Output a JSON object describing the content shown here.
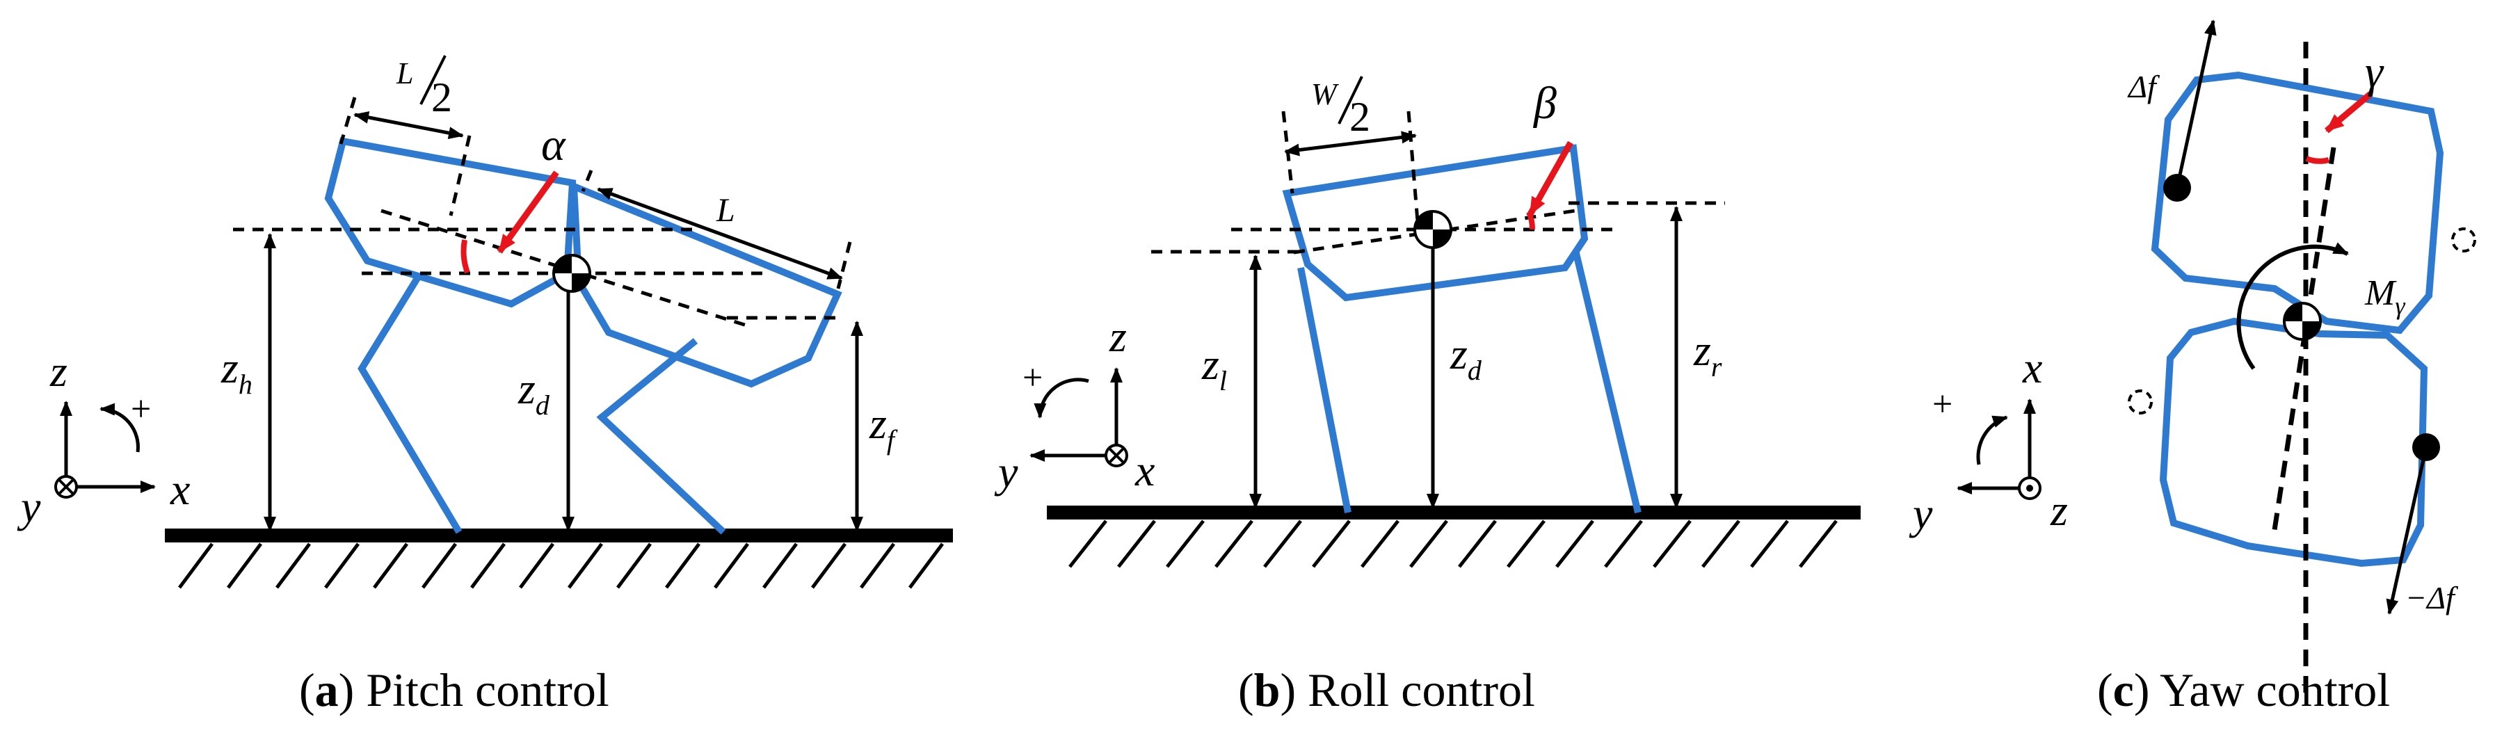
{
  "panels": {
    "pitch": {
      "caption_letter": "a",
      "caption_text": "Pitch control",
      "half_length_num": "L",
      "half_length_den": "2",
      "length": "L",
      "angle": "α",
      "z_h": "z",
      "z_h_sub": "h",
      "z_d": "z",
      "z_d_sub": "d",
      "z_f": "z",
      "z_f_sub": "f",
      "axis_z": "z",
      "axis_x": "x",
      "axis_y": "y",
      "plus": "+"
    },
    "roll": {
      "caption_letter": "b",
      "caption_text": "Roll control",
      "half_width_num": "W",
      "half_width_den": "2",
      "angle": "β",
      "z_l": "z",
      "z_l_sub": "l",
      "z_d": "z",
      "z_d_sub": "d",
      "z_r": "z",
      "z_r_sub": "r",
      "axis_z": "z",
      "axis_y": "y",
      "axis_x": "x",
      "plus": "+"
    },
    "yaw": {
      "caption_letter": "c",
      "caption_text": "Yaw control",
      "angle": "γ",
      "force_pos": "Δf",
      "force_neg": "−Δf",
      "moment": "M",
      "moment_sub": "γ",
      "axis_x": "x",
      "axis_y": "y",
      "axis_z": "z",
      "plus": "+"
    }
  },
  "colors": {
    "robot_body": "#2e7ad1",
    "angle_marker": "#e8141b",
    "lines": "#000000"
  }
}
